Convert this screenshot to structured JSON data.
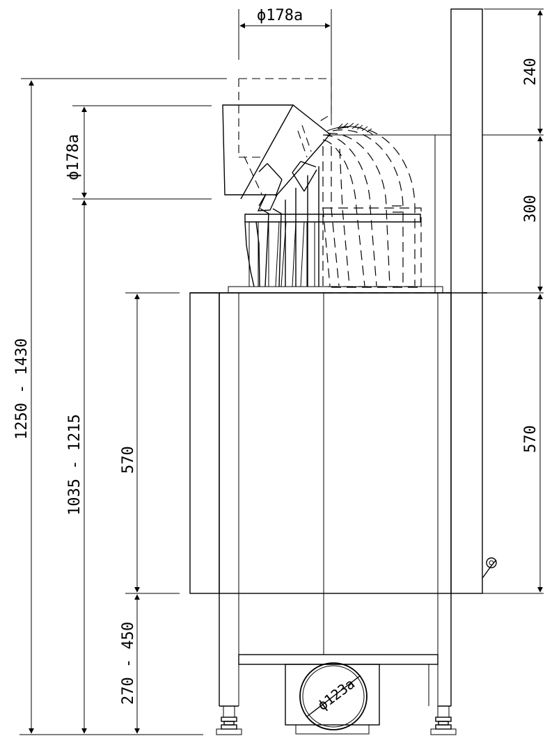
{
  "drawing": {
    "dimensions": {
      "top_diameter": "ϕ178a",
      "side_diameter": "ϕ178a",
      "bottom_diameter": "ϕ123a",
      "overall_height": "1250 - 1430",
      "table_height": "1035 - 1215",
      "left_body_height": "570",
      "leg_height": "270 - 450",
      "right_top": "240",
      "right_middle": "300",
      "right_body": "570"
    }
  }
}
